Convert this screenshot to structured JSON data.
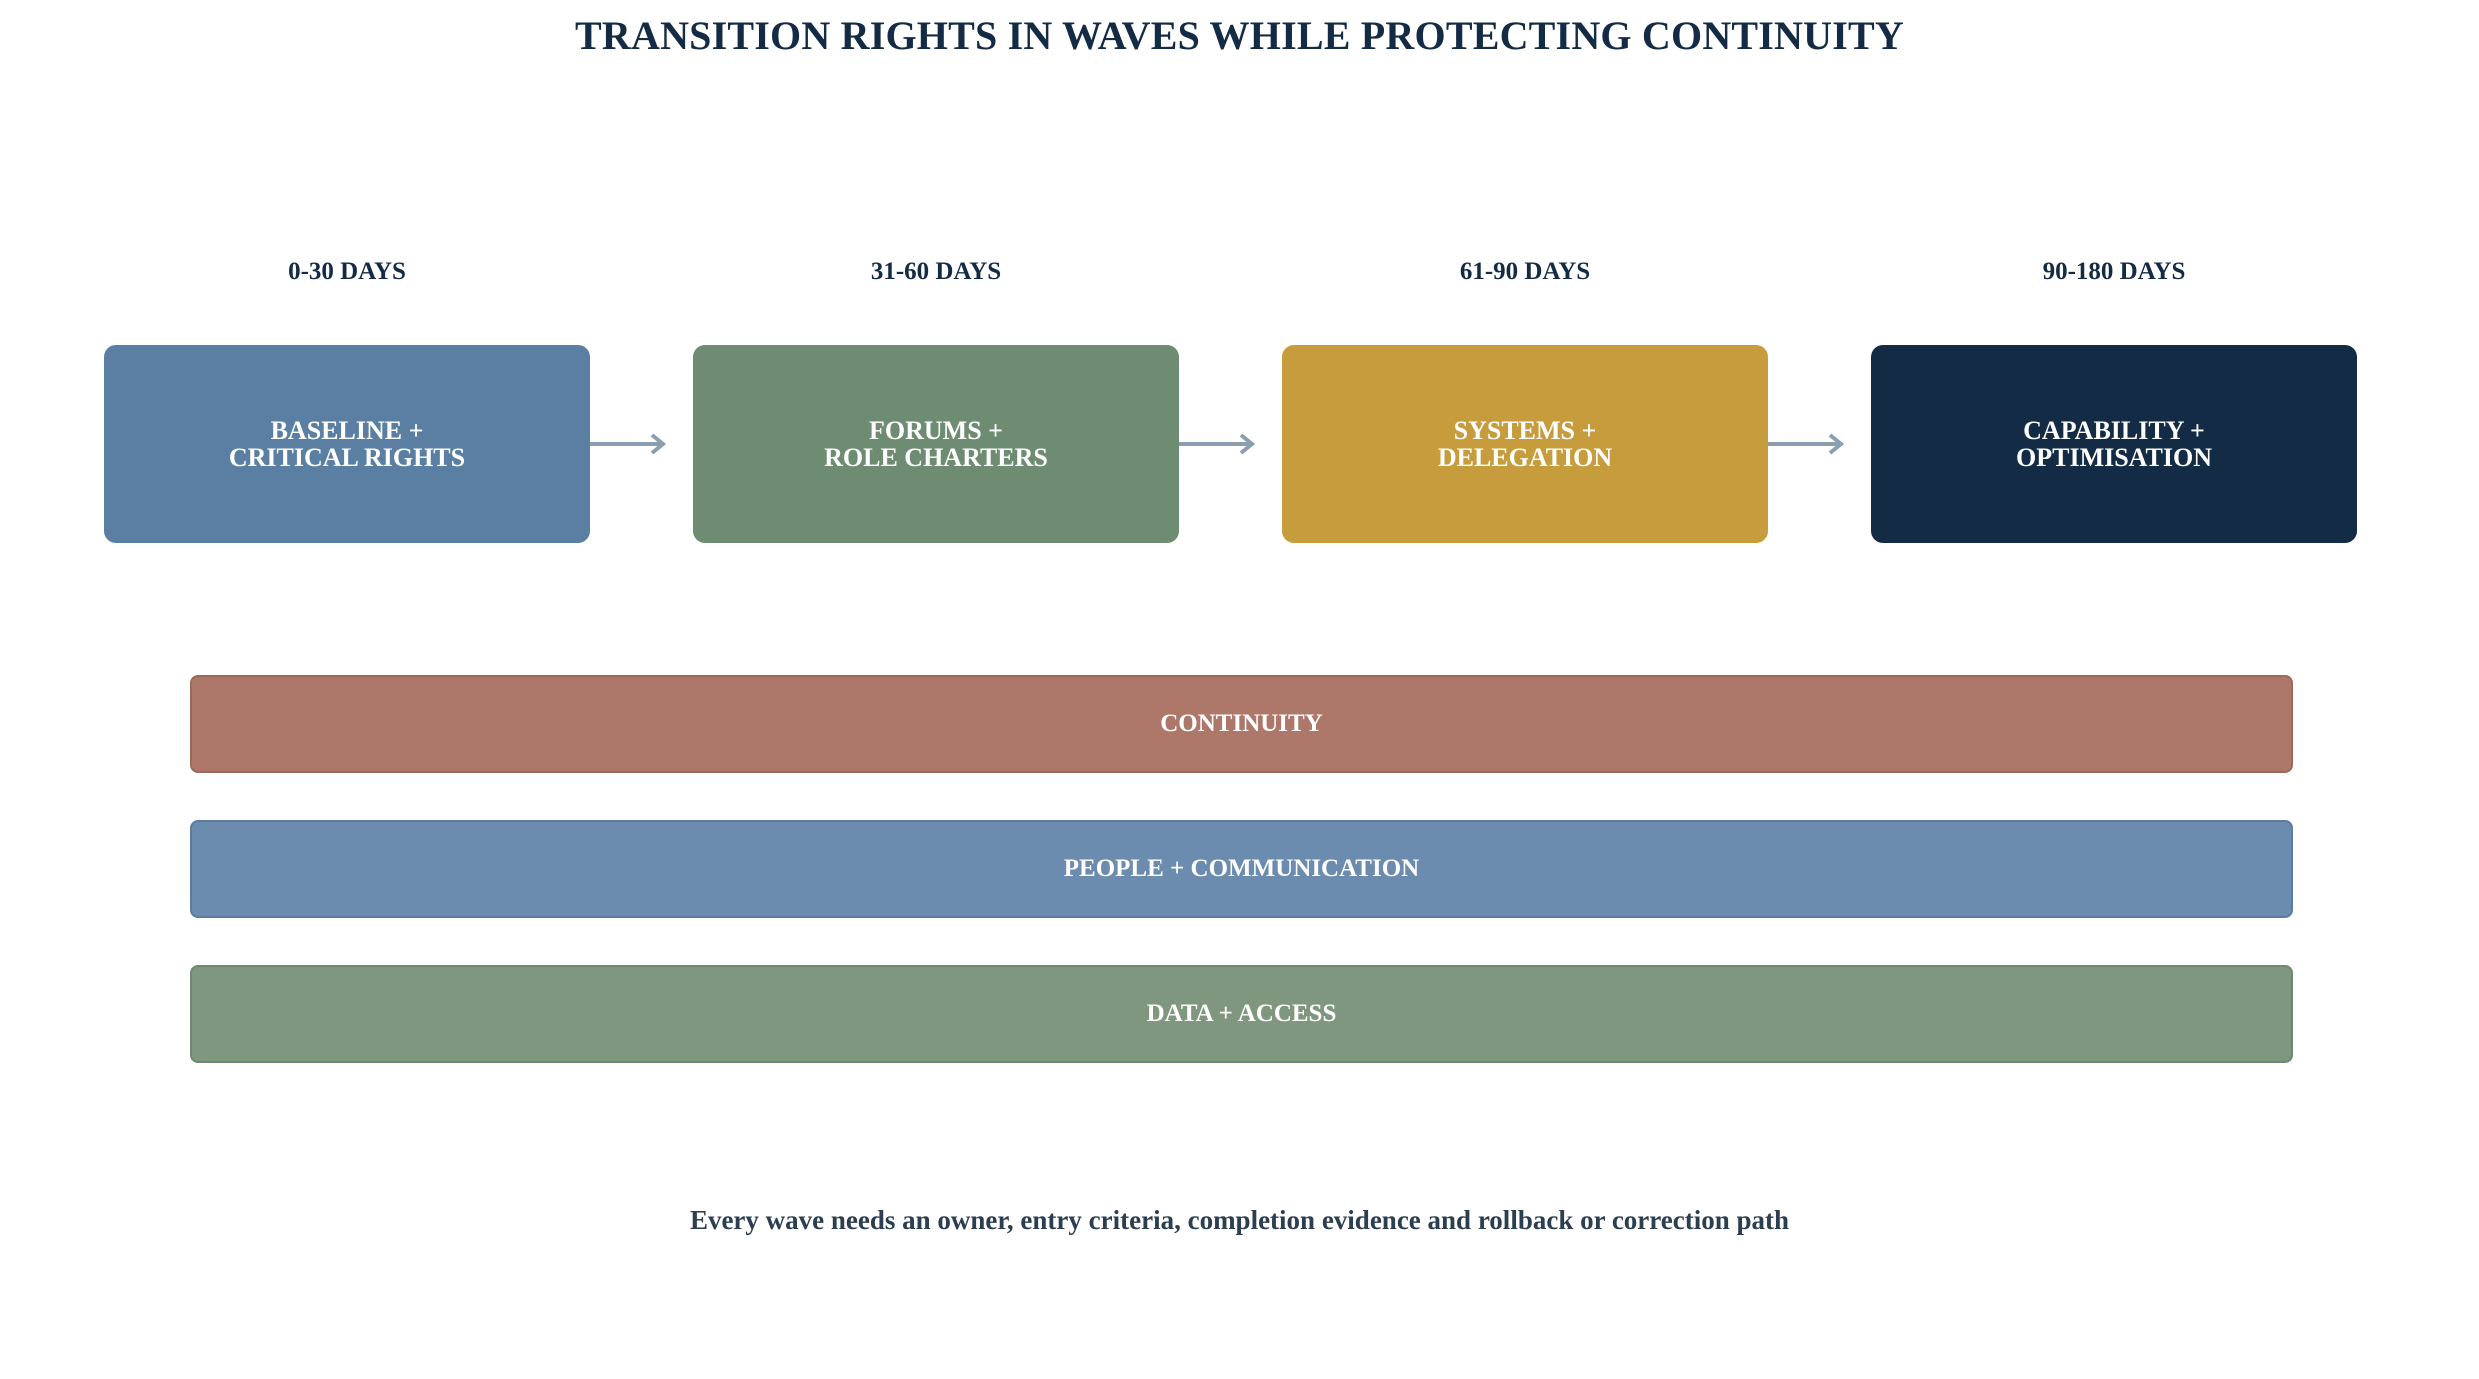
{
  "title": "TRANSITION RIGHTS IN WAVES WHILE PROTECTING CONTINUITY",
  "waves": [
    {
      "period": "0-30 DAYS",
      "line1": "BASELINE +",
      "line2": "CRITICAL RIGHTS",
      "color": "#5b7fa3"
    },
    {
      "period": "31-60 DAYS",
      "line1": "FORUMS +",
      "line2": "ROLE CHARTERS",
      "color": "#6e8c72"
    },
    {
      "period": "61-90 DAYS",
      "line1": "SYSTEMS +",
      "line2": "DELEGATION",
      "color": "#c79c3c"
    },
    {
      "period": "90-180 DAYS",
      "line1": "CAPABILITY +",
      "line2": "OPTIMISATION",
      "color": "#132b45"
    }
  ],
  "arrow_color": "#8c9fb0",
  "bands": [
    {
      "label": "CONTINUITY",
      "color": "#ad7869",
      "border": "#9c6a5c"
    },
    {
      "label": "PEOPLE + COMMUNICATION",
      "color": "#6b8baf",
      "border": "#5c7ca0"
    },
    {
      "label": "DATA + ACCESS",
      "color": "#7f977f",
      "border": "#6f8870"
    }
  ],
  "footer": "Every wave needs an owner, entry criteria, completion evidence and rollback or correction path"
}
